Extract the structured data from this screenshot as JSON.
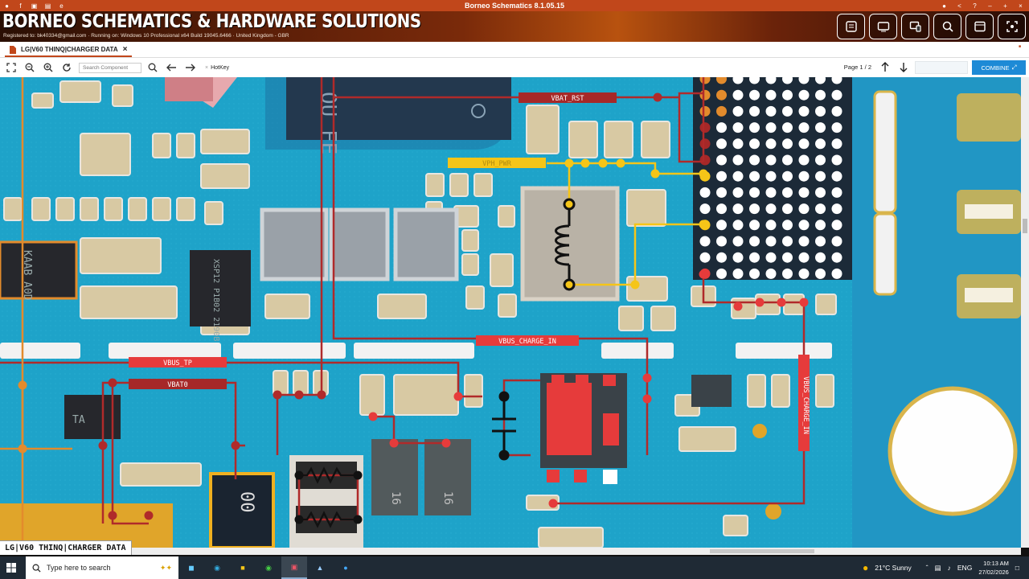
{
  "window": {
    "title": "Borneo Schematics 8.1.05.15"
  },
  "banner": {
    "brand": "BORNEO SCHEMATICS & HARDWARE SOLUTIONS",
    "registration": "Registered to: bk40334@gmail.com · Running on: Windows 10 Professional x64 Build 19045.6466 · United Kingdom - GBR"
  },
  "tabs": [
    {
      "label": "LG|V60 THINQ|CHARGER DATA"
    }
  ],
  "toolbar": {
    "search_placeholder": "Search Component",
    "hotkey_label": "HotKey",
    "page_label": "Page 1 / 2",
    "combine_label": "COMBINE"
  },
  "board": {
    "nets": {
      "vbat_rst": "VBAT_RST",
      "vph_pwr": "VPH_PWR",
      "vbus_charge_in_h": "VBUS_CHARGE_IN",
      "vbus_charge_in_v": "VBUS_CHARGE_IN",
      "vbus_tp": "VBUS_TP",
      "vbat0": "VBAT0"
    },
    "chip_marking": "XSP12 P1B02 2190B",
    "chip2_marking": "KAAB A0D",
    "chip_big": "OU FE",
    "ind_marks": [
      "16",
      "16"
    ],
    "conn_mark": "00",
    "ic_marks": [
      "TA"
    ]
  },
  "status_label": "LG|V60 THINQ|CHARGER DATA",
  "taskbar": {
    "search_placeholder": "Type here to search",
    "weather": "21°C  Sunny",
    "lang": "ENG",
    "time": "10:13 AM",
    "date": "27/02/2026"
  },
  "colors": {
    "accent": "#c1471b",
    "board": "#1ea3c9",
    "trace_red": "#b02a2a",
    "trace_yellow": "#f5c518",
    "combine": "#1d8ad6"
  }
}
